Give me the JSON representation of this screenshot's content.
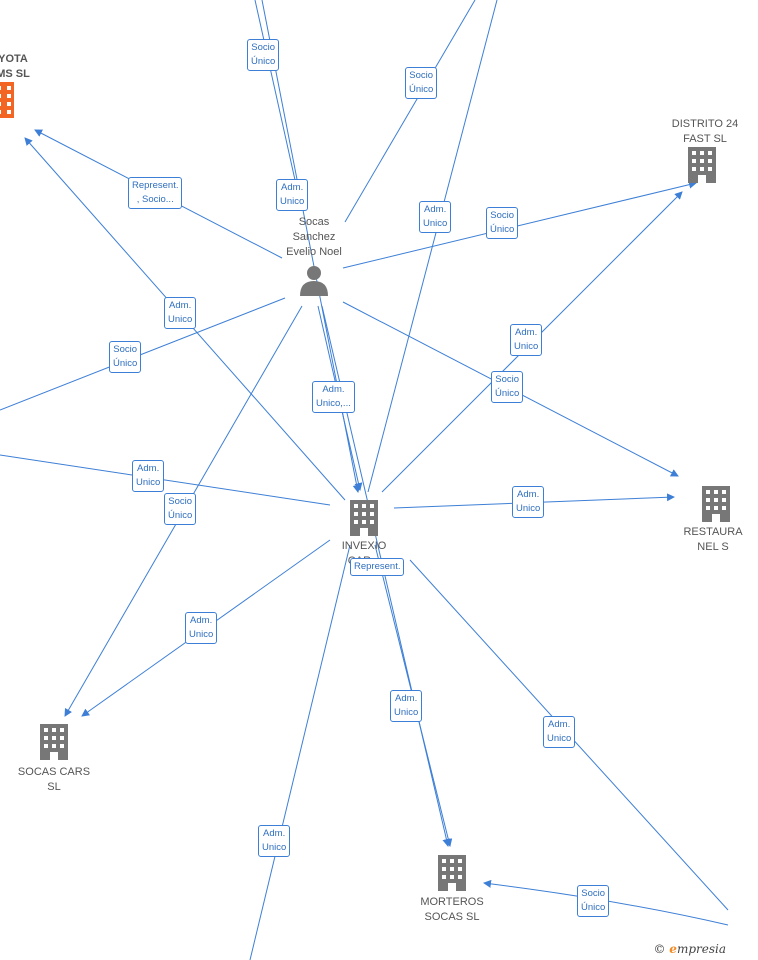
{
  "nodes": {
    "toyota": {
      "label": "YOTA\nMS  SL"
    },
    "distrito": {
      "label": "DISTRITO 24\nFAST  SL"
    },
    "person": {
      "label": "Socas\nSanchez\nEvelio Noel"
    },
    "invexio": {
      "label": "INVEXIO\nCAR..."
    },
    "restaurante": {
      "label": "RESTAURA\nNEL  S"
    },
    "socas_cars": {
      "label": "SOCAS CARS\nSL"
    },
    "morteros": {
      "label": "MORTEROS\nSOCAS  SL"
    }
  },
  "edge_labels": [
    {
      "id": "socio-unico-1",
      "text": "Socio\nÚnico"
    },
    {
      "id": "socio-unico-2",
      "text": "Socio\nÚnico"
    },
    {
      "id": "adm-unico-1",
      "text": "Adm.\nUnico"
    },
    {
      "id": "represent-socio",
      "text": "Represent.\n, Socio..."
    },
    {
      "id": "adm-unico-2",
      "text": "Adm.\nUnico"
    },
    {
      "id": "socio-unico-3",
      "text": "Socio\nÚnico"
    },
    {
      "id": "adm-unico-3",
      "text": "Adm.\nUnico"
    },
    {
      "id": "socio-unico-4",
      "text": "Socio\nÚnico"
    },
    {
      "id": "adm-unico-4",
      "text": "Adm.\nUnico"
    },
    {
      "id": "adm-unico-5",
      "text": "Adm.\nUnico,..."
    },
    {
      "id": "socio-unico-5",
      "text": "Socio\nÚnico"
    },
    {
      "id": "adm-unico-6",
      "text": "Adm.\nUnico"
    },
    {
      "id": "socio-unico-6",
      "text": "Socio\nÚnico"
    },
    {
      "id": "adm-unico-7",
      "text": "Adm.\nUnico"
    },
    {
      "id": "represent",
      "text": "Represent."
    },
    {
      "id": "adm-unico-8",
      "text": "Adm.\nUnico"
    },
    {
      "id": "adm-unico-9",
      "text": "Adm.\nUnico"
    },
    {
      "id": "adm-unico-10",
      "text": "Adm.\nUnico"
    },
    {
      "id": "adm-unico-11",
      "text": "Adm.\nUnico"
    },
    {
      "id": "socio-unico-7",
      "text": "Socio\nÚnico"
    }
  ],
  "colors": {
    "edge": "#3d7fd6",
    "building": "#777777",
    "building_highlight": "#f26522",
    "person": "#777777"
  },
  "watermark": {
    "symbol": "©",
    "brand_initial": "e",
    "brand_rest": "mpresia"
  }
}
